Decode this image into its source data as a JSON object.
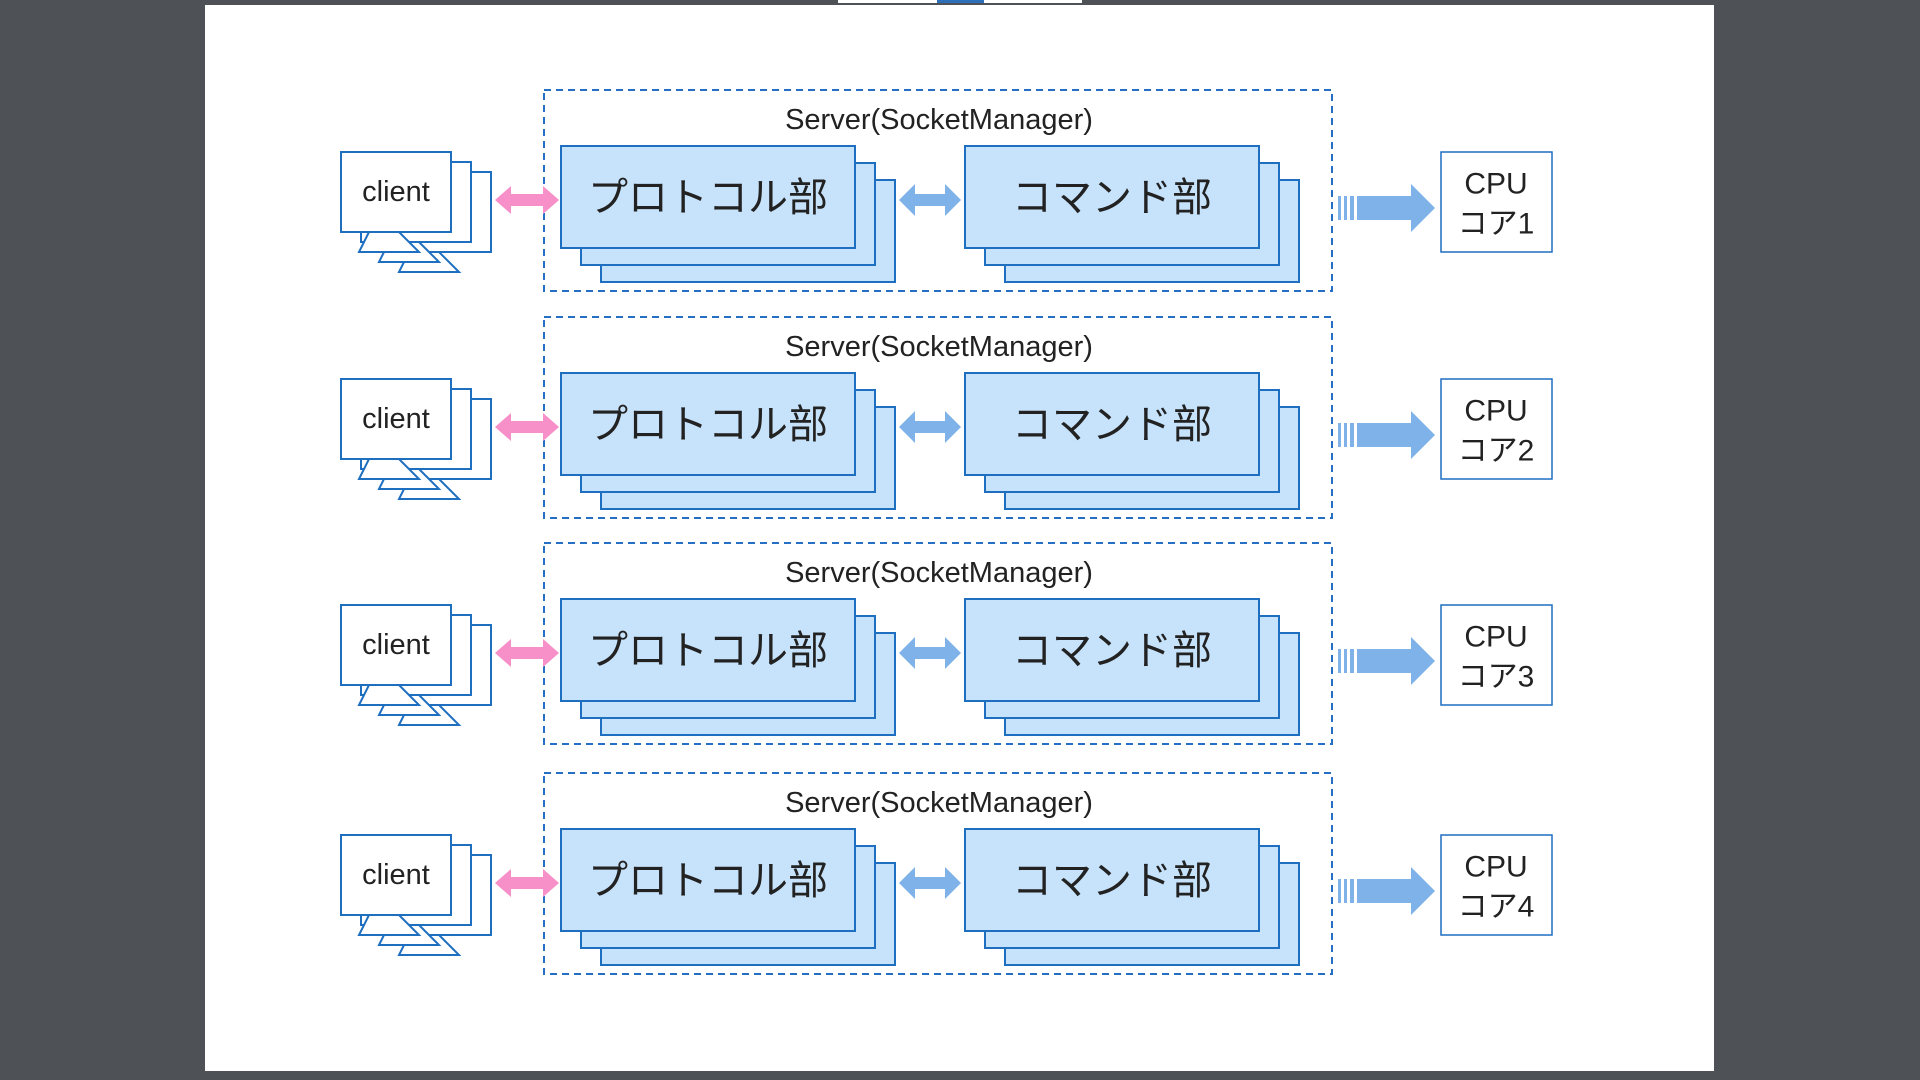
{
  "diagram": {
    "rows": [
      {
        "server_label": "Server(SocketManager)",
        "client_label": "client",
        "protocol_label": "プロトコル部",
        "command_label": "コマンド部",
        "cpu_line1": "CPU",
        "cpu_line2": "コア1"
      },
      {
        "server_label": "Server(SocketManager)",
        "client_label": "client",
        "protocol_label": "プロトコル部",
        "command_label": "コマンド部",
        "cpu_line1": "CPU",
        "cpu_line2": "コア2"
      },
      {
        "server_label": "Server(SocketManager)",
        "client_label": "client",
        "protocol_label": "プロトコル部",
        "command_label": "コマンド部",
        "cpu_line1": "CPU",
        "cpu_line2": "コア3"
      },
      {
        "server_label": "Server(SocketManager)",
        "client_label": "client",
        "protocol_label": "プロトコル部",
        "command_label": "コマンド部",
        "cpu_line1": "CPU",
        "cpu_line2": "コア4"
      }
    ],
    "colors": {
      "box_fill": "#c7e3fb",
      "box_stroke": "#1f6fc0",
      "dash_stroke": "#2570c4",
      "pink_arrow": "#f78fc8",
      "blue_arrow": "#7fb2e8",
      "text": "#222222"
    }
  }
}
